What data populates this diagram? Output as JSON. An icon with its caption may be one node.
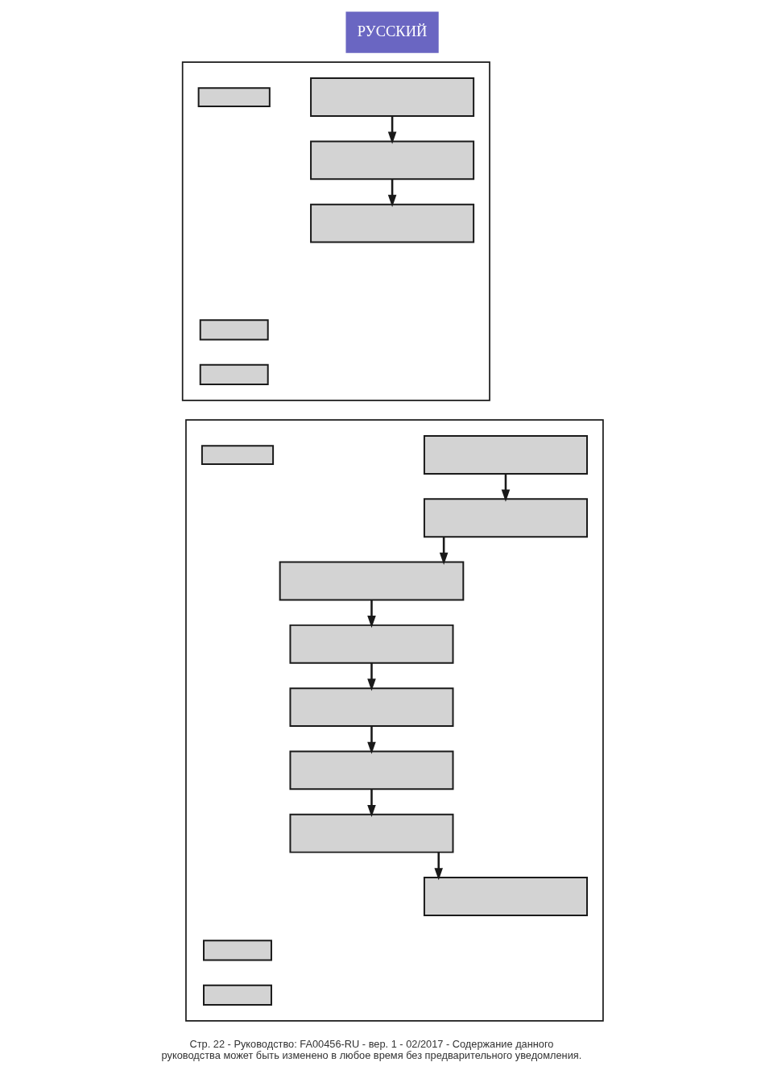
{
  "diagram": {
    "nodes": [
      {
        "text": [],
        "shape": "box"
      },
      {
        "text": [],
        "shape": "box",
        "in": 0
      },
      {
        "text": [],
        "shape": "box",
        "in": 0
      },
      {
        "text": [],
        "shape": "box",
        "in": 0
      },
      {
        "text": [],
        "shape": "box",
        "in": 0
      },
      {
        "text": [],
        "shape": "box",
        "in": 0
      },
      {
        "text": [],
        "shape": "box",
        "in": 0
      },
      {
        "text": [],
        "shape": "box"
      },
      {
        "text": [],
        "shape": "box",
        "in": 7
      },
      {
        "text": [],
        "shape": "box",
        "in": 7
      },
      {
        "text": [],
        "shape": "box",
        "in": 7
      },
      {
        "text": [],
        "shape": "box",
        "in": 7
      },
      {
        "text": [],
        "shape": "box",
        "in": 7
      },
      {
        "text": [],
        "shape": "box",
        "in": 7
      },
      {
        "text": [],
        "shape": "box",
        "in": 7
      },
      {
        "text": [],
        "shape": "box",
        "in": 7
      },
      {
        "text": [],
        "shape": "box",
        "in": 7
      },
      {
        "text": [],
        "shape": "box",
        "in": 7
      },
      {
        "text": [],
        "shape": "box",
        "in": 7
      }
    ],
    "edges": [
      {
        "from": 1,
        "to": 3,
        "arrow": "to"
      },
      {
        "from": 3,
        "to": 4,
        "arrow": "to"
      },
      {
        "from": 8,
        "to": 10,
        "arrow": "to"
      },
      {
        "from": 10,
        "to": 11,
        "arrow": "to"
      },
      {
        "from": 11,
        "to": 12,
        "arrow": "to"
      },
      {
        "from": 12,
        "to": 13,
        "arrow": "to"
      },
      {
        "from": 13,
        "to": 14,
        "arrow": "to"
      },
      {
        "from": 14,
        "to": 15,
        "arrow": "to"
      },
      {
        "from": 15,
        "to": 16,
        "arrow": "to"
      }
    ],
    "labels": [
      "РУССКИЙ",
      "Стр. 22 - Руководство: FA00456-RU - вер. 1 - 02/2017 - Содержание данного руководства может быть изменено в любое время без предварительного уведомления."
    ]
  }
}
